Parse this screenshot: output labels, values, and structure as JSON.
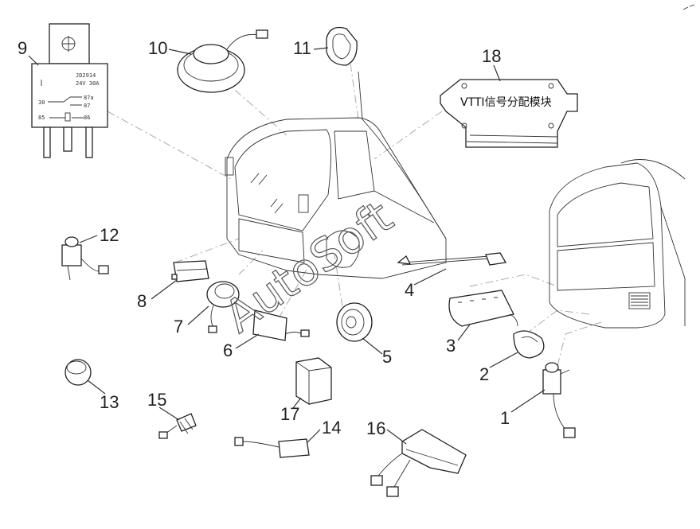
{
  "module_18_label": "VTTI信号分配模块",
  "relay_rating": "24V 30A",
  "relay_code": "JD2914",
  "relay_pins": [
    "30",
    "87a",
    "87",
    "85",
    "86"
  ],
  "watermark": "AutoSoft",
  "callouts": [
    "1",
    "2",
    "3",
    "4",
    "5",
    "6",
    "7",
    "8",
    "9",
    "10",
    "11",
    "12",
    "13",
    "14",
    "15",
    "16",
    "17",
    "18"
  ]
}
